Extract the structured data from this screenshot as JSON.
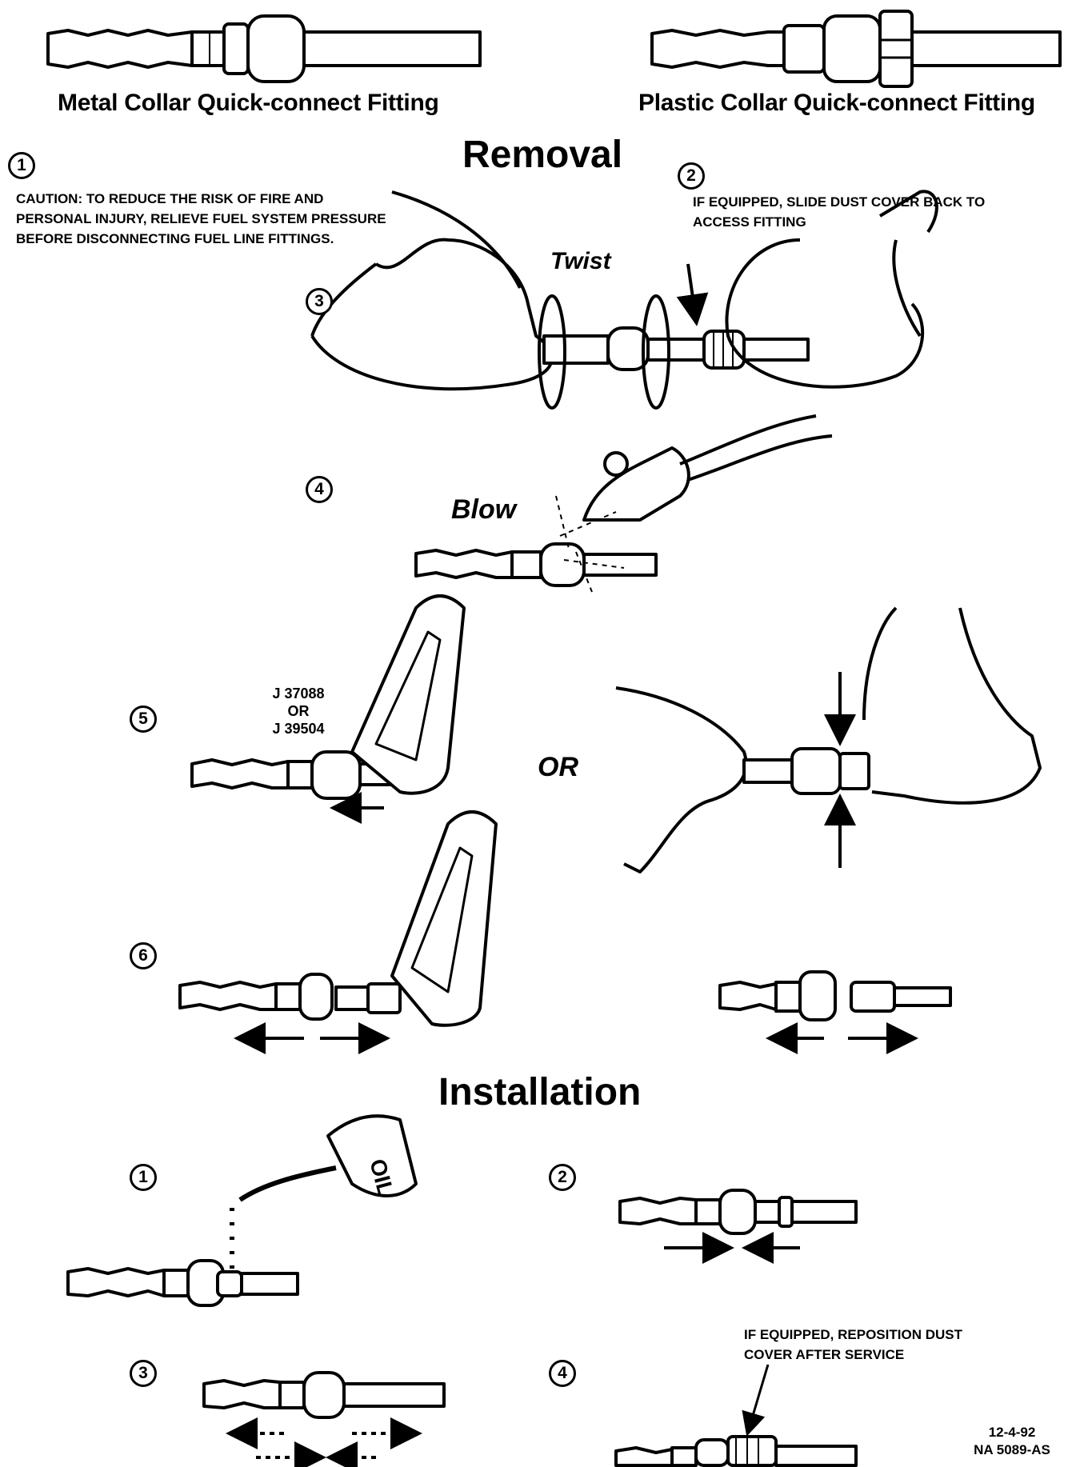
{
  "top": {
    "metal_caption": "Metal Collar Quick-connect Fitting",
    "plastic_caption": "Plastic Collar Quick-connect Fitting"
  },
  "removal": {
    "heading": "Removal",
    "caution": "CAUTION:     TO REDUCE THE RISK OF FIRE AND PERSONAL INJURY, RELIEVE FUEL SYSTEM PRESSURE BEFORE DISCONNECTING FUEL LINE FITTINGS.",
    "dust_cover_note": "IF EQUIPPED, SLIDE DUST COVER BACK TO ACCESS FITTING",
    "twist_label": "Twist",
    "blow_label": "Blow",
    "tool_label_1": "J 37088",
    "tool_label_or": "OR",
    "tool_label_2": "J 39504",
    "or_label": "OR",
    "steps": [
      "1",
      "2",
      "3",
      "4",
      "5",
      "6"
    ]
  },
  "installation": {
    "heading": "Installation",
    "oil_can_text": "OIL",
    "reposition_note": "IF EQUIPPED, REPOSITION DUST COVER AFTER SERVICE",
    "steps": [
      "1",
      "2",
      "3",
      "4"
    ]
  },
  "footer": {
    "date": "12-4-92",
    "code": "NA 5089-AS"
  },
  "colors": {
    "ink": "#000000",
    "paper": "#ffffff"
  }
}
